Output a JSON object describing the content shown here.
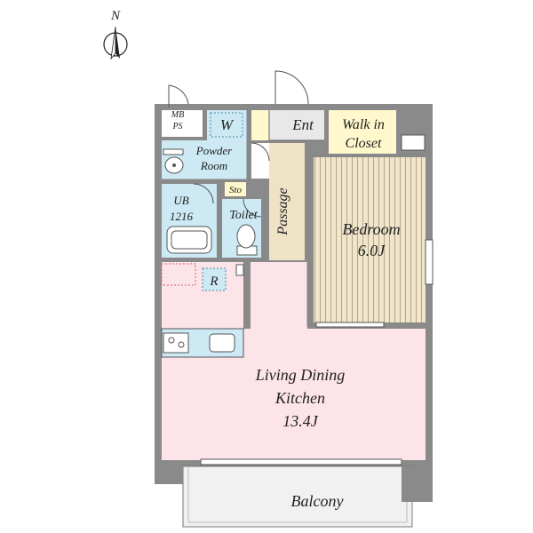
{
  "compass": {
    "label": "N"
  },
  "rooms": {
    "mb_ps": {
      "line1": "MB",
      "line2": "PS"
    },
    "washer": {
      "label": "W"
    },
    "entrance": {
      "label": "Ent"
    },
    "walk_in_closet": {
      "line1": "Walk in",
      "line2": "Closet"
    },
    "powder_room": {
      "line1": "Powder",
      "line2": "Room"
    },
    "storage": {
      "label": "Sto"
    },
    "unit_bath": {
      "line1": "UB",
      "line2": "1216"
    },
    "toilet": {
      "label": "Toilet"
    },
    "passage": {
      "label": "Passage"
    },
    "bedroom": {
      "line1": "Bedroom",
      "line2": "6.0J"
    },
    "refrigerator": {
      "label": "R"
    },
    "ldk": {
      "line1": "Living Dining",
      "line2": "Kitchen",
      "line3": "13.4J"
    },
    "balcony": {
      "label": "Balcony"
    }
  },
  "colors": {
    "wall": "#8a8a8a",
    "wet_area": "#cde9f3",
    "passage_floor": "#efe3c6",
    "bedroom_floor": "#f0e6cc",
    "bedroom_stripes": "#b6a586",
    "closet_floor": "#fff8cc",
    "ldk_floor": "#fce4e8",
    "balcony_floor": "#f1f1f1"
  }
}
